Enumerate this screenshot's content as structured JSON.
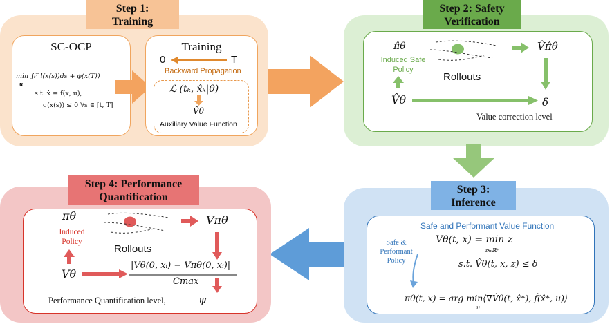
{
  "colors": {
    "step1": "#f3a35f",
    "step2": "#6aaa4b",
    "step3": "#7fb2e5",
    "step4": "#e77474",
    "arrow_blue": "#5e9cd8",
    "arrow_green": "#96c77b",
    "arrow_orange": "#f3a35f",
    "inner_red": "#d7342a",
    "inner_blue": "#2f73b9"
  },
  "step1": {
    "title_line1": "Step 1:",
    "title_line2": "Training",
    "ocp": {
      "title": "SC-OCP",
      "objective": "min ∫ₜᵀ l(x(s))ds + ϕ(x(T))",
      "min_sub": "u",
      "dynamics": "s.t. ẋ = f(x, u),",
      "constraint": "g(x(s)) ≤ 0   ∀s ∈ [t, T]"
    },
    "training": {
      "title": "Training",
      "t0": "0",
      "tT": "T",
      "backprop": "Backward Propagation",
      "loss": "ℒ (tₖ, x̂ₖ|θ)",
      "value": "V̂θ",
      "aux": "Auxiliary Value Function"
    }
  },
  "step2": {
    "title_line1": "Step 2: Safety",
    "title_line2": "Verification",
    "policy": "π̂θ",
    "policy_label_1": "Induced Safe",
    "policy_label_2": "Policy",
    "v_pi": "V̂π̂θ",
    "rollouts": "Rollouts",
    "value": "V̂θ",
    "delta": "δ",
    "correction": "Value correction level"
  },
  "step3": {
    "title_line1": "Step 3:",
    "title_line2": "Inference",
    "header": "Safe and Performant Value Function",
    "side_1": "Safe &",
    "side_2": "Performant",
    "side_3": "Policy",
    "eq1": "Vθ(t, x) = min z",
    "eq1_sub": "z∈ℝ⁺",
    "eq2": "s.t. V̂θ(t, x, z) ≤ δ",
    "eq3": "πθ(t, x) = arg min⟨∇V̂θ(t, x̂*), f̂(x̂*, u)⟩",
    "eq3_sub": "u"
  },
  "step4": {
    "title_line1": "Step 4: Performance",
    "title_line2": "Quantification",
    "policy": "πθ",
    "policy_label_1": "Induced",
    "policy_label_2": "Policy",
    "v_pi": "Vπθ",
    "rollouts": "Rollouts",
    "value": "Vθ",
    "numerator": "|Vθ(0, xᵢ) − Vπθ(0, xᵢ)|",
    "denominator": "Cmax",
    "level_label": "Performance Quantification level,",
    "psi": "ψ"
  }
}
